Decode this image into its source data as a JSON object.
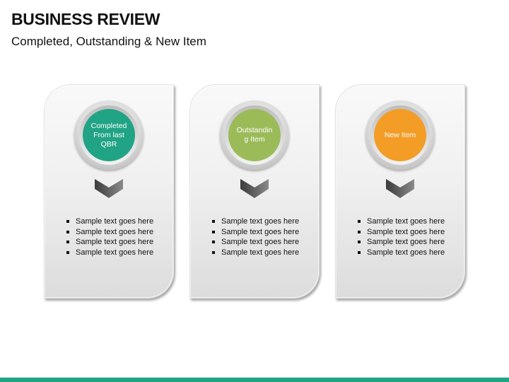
{
  "header": {
    "title": "BUSINESS REVIEW",
    "subtitle": "Completed, Outstanding & New Item"
  },
  "cards": [
    {
      "label": "Completed From last QBR",
      "label_lines": [
        "Completed",
        "From last",
        "QBR"
      ],
      "color": "#21a385",
      "icon": "chevron-down-icon",
      "bullets": [
        "Sample text goes here",
        "Sample text goes here",
        "Sample text goes here",
        "Sample text goes here"
      ]
    },
    {
      "label": "Outstanding Item",
      "label_lines": [
        "Outstandin",
        "g Item"
      ],
      "color": "#9bbb59",
      "icon": "chevron-down-icon",
      "bullets": [
        "Sample text goes here",
        "Sample text goes here",
        "Sample text goes here",
        "Sample text goes here"
      ]
    },
    {
      "label": "New Item",
      "label_lines": [
        "New Item"
      ],
      "color": "#f39c26",
      "icon": "chevron-down-icon",
      "bullets": [
        "Sample text goes here",
        "Sample text goes here",
        "Sample text goes here",
        "Sample text goes here"
      ]
    }
  ],
  "footer": {
    "bar_color": "#21a385"
  }
}
